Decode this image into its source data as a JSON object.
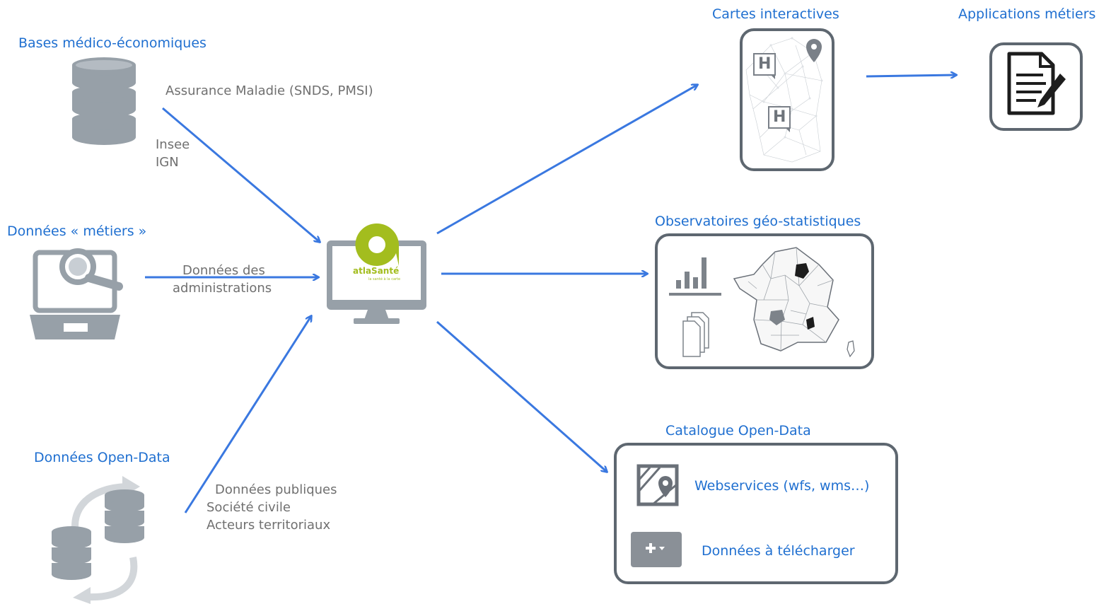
{
  "sources": {
    "bases_medico": "Bases médico-économiques",
    "donnees_metiers": "Données « métiers »",
    "donnees_opendata": "Données Open-Data"
  },
  "flow_labels": {
    "assurance": "Assurance Maladie (SNDS, PMSI)",
    "insee": "Insee",
    "ign": "IGN",
    "administrations_1": "Données des",
    "administrations_2": "administrations",
    "publiques": "Données publiques",
    "societe": "Société civile",
    "acteurs": "Acteurs territoriaux"
  },
  "center": {
    "logo_text": "atlaSanté",
    "logo_tagline": "la santé à la carte"
  },
  "outputs": {
    "cartes": "Cartes interactives",
    "applications": "Applications métiers",
    "observatoires": "Observatoires géo-statistiques",
    "catalogue": "Catalogue Open-Data",
    "webservices": "Webservices (wfs, wms…)",
    "telecharger": "Données à télécharger"
  },
  "map_markers": [
    "H",
    "H"
  ],
  "colors": {
    "arrow": "#3a78e0",
    "label_blue": "#1f6fd0",
    "icon_gray": "#97a0a8",
    "frame": "#5e6770",
    "logo_green": "#a3bd1e"
  }
}
